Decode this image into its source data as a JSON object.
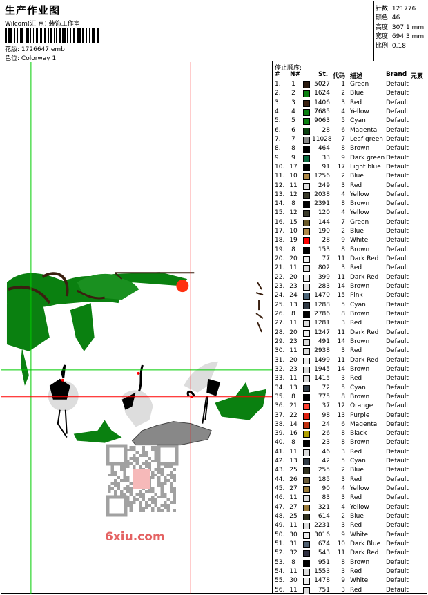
{
  "header": {
    "title": "生产作业图",
    "studio": "Wilcom(汇 京) 装饰工作室",
    "file_label": "花版:",
    "file_value": "1726647.emb",
    "colorway_label": "色位:",
    "colorway_value": "Colorway 1"
  },
  "info": {
    "stitches_label": "针数:",
    "stitches": "121776",
    "colors_label": "颜色:",
    "colors": "46",
    "height_label": "高度:",
    "height": "307.1 mm",
    "width_label": "宽度:",
    "width": "694.3 mm",
    "scale_label": "比例:",
    "scale": "0.18"
  },
  "table": {
    "stop_label": "停止顺序:",
    "headers": {
      "idx": "#",
      "n": "N#",
      "st": "St.",
      "code": "代码",
      "desc": "描述",
      "brand": "Brand",
      "element": "元素"
    },
    "rows": [
      [
        "1.",
        "1",
        "#2a1a0e",
        "5027",
        "1",
        "Green",
        "Default"
      ],
      [
        "2.",
        "2",
        "#0a8010",
        "1624",
        "2",
        "Blue",
        "Default"
      ],
      [
        "3.",
        "3",
        "#3a2010",
        "1406",
        "3",
        "Red",
        "Default"
      ],
      [
        "4.",
        "4",
        "#0a8010",
        "7685",
        "4",
        "Yellow",
        "Default"
      ],
      [
        "5.",
        "5",
        "#0a8010",
        "9063",
        "5",
        "Cyan",
        "Default"
      ],
      [
        "6.",
        "6",
        "#0a4010",
        "28",
        "6",
        "Magenta",
        "Default"
      ],
      [
        "7.",
        "7",
        "#888888",
        "11028",
        "7",
        "Leaf green",
        "Default"
      ],
      [
        "8.",
        "8",
        "#000000",
        "464",
        "8",
        "Brown",
        "Default"
      ],
      [
        "9.",
        "9",
        "#0a6a40",
        "33",
        "9",
        "Dark green",
        "Default"
      ],
      [
        "10.",
        "17",
        "#000000",
        "91",
        "17",
        "Light blue",
        "Default"
      ],
      [
        "11.",
        "10",
        "#b08a48",
        "1256",
        "2",
        "Blue",
        "Default"
      ],
      [
        "12.",
        "11",
        "#e0e0e0",
        "249",
        "3",
        "Red",
        "Default"
      ],
      [
        "13.",
        "12",
        "#3a3a2a",
        "2038",
        "4",
        "Yellow",
        "Default"
      ],
      [
        "14.",
        "8",
        "#000000",
        "2391",
        "8",
        "Brown",
        "Default"
      ],
      [
        "15.",
        "12",
        "#3a3a2a",
        "120",
        "4",
        "Yellow",
        "Default"
      ],
      [
        "16.",
        "15",
        "#6a5a28",
        "144",
        "7",
        "Green",
        "Default"
      ],
      [
        "17.",
        "10",
        "#b08a48",
        "190",
        "2",
        "Blue",
        "Default"
      ],
      [
        "18.",
        "19",
        "#ff0000",
        "28",
        "9",
        "White",
        "Default"
      ],
      [
        "19.",
        "8",
        "#000000",
        "153",
        "8",
        "Brown",
        "Default"
      ],
      [
        "20.",
        "20",
        "#eeeeee",
        "77",
        "11",
        "Dark Red",
        "Default"
      ],
      [
        "21.",
        "11",
        "#dddddd",
        "802",
        "3",
        "Red",
        "Default"
      ],
      [
        "22.",
        "20",
        "#eeeeee",
        "399",
        "11",
        "Dark Red",
        "Default"
      ],
      [
        "23.",
        "23",
        "#dddddd",
        "283",
        "14",
        "Brown",
        "Default"
      ],
      [
        "24.",
        "24",
        "#4a6478",
        "1470",
        "15",
        "Pink",
        "Default"
      ],
      [
        "25.",
        "13",
        "#303a44",
        "1288",
        "5",
        "Cyan",
        "Default"
      ],
      [
        "26.",
        "8",
        "#000000",
        "2786",
        "8",
        "Brown",
        "Default"
      ],
      [
        "27.",
        "11",
        "#dddddd",
        "1281",
        "3",
        "Red",
        "Default"
      ],
      [
        "28.",
        "20",
        "#eeeeee",
        "1247",
        "11",
        "Dark Red",
        "Default"
      ],
      [
        "29.",
        "23",
        "#dddddd",
        "491",
        "14",
        "Brown",
        "Default"
      ],
      [
        "30.",
        "11",
        "#dddddd",
        "2938",
        "3",
        "Red",
        "Default"
      ],
      [
        "31.",
        "20",
        "#eeeeee",
        "1499",
        "11",
        "Dark Red",
        "Default"
      ],
      [
        "32.",
        "23",
        "#dddddd",
        "1945",
        "14",
        "Brown",
        "Default"
      ],
      [
        "33.",
        "11",
        "#dddddd",
        "1415",
        "3",
        "Red",
        "Default"
      ],
      [
        "34.",
        "13",
        "#303a44",
        "72",
        "5",
        "Cyan",
        "Default"
      ],
      [
        "35.",
        "8",
        "#000000",
        "775",
        "8",
        "Brown",
        "Default"
      ],
      [
        "36.",
        "21",
        "#ff4030",
        "37",
        "12",
        "Orange",
        "Default"
      ],
      [
        "37.",
        "22",
        "#e02010",
        "98",
        "13",
        "Purple",
        "Default"
      ],
      [
        "38.",
        "14",
        "#c03010",
        "24",
        "6",
        "Magenta",
        "Default"
      ],
      [
        "39.",
        "16",
        "#b0a000",
        "26",
        "8",
        "Black",
        "Default"
      ],
      [
        "40.",
        "8",
        "#000000",
        "23",
        "8",
        "Brown",
        "Default"
      ],
      [
        "41.",
        "11",
        "#dddddd",
        "46",
        "3",
        "Red",
        "Default"
      ],
      [
        "42.",
        "13",
        "#303a44",
        "42",
        "5",
        "Cyan",
        "Default"
      ],
      [
        "43.",
        "25",
        "#30301e",
        "255",
        "2",
        "Blue",
        "Default"
      ],
      [
        "44.",
        "26",
        "#6a5a38",
        "185",
        "3",
        "Red",
        "Default"
      ],
      [
        "45.",
        "27",
        "#9a7a38",
        "90",
        "4",
        "Yellow",
        "Default"
      ],
      [
        "46.",
        "11",
        "#dddddd",
        "83",
        "3",
        "Red",
        "Default"
      ],
      [
        "47.",
        "27",
        "#9a7a38",
        "321",
        "4",
        "Yellow",
        "Default"
      ],
      [
        "48.",
        "25",
        "#30301e",
        "614",
        "2",
        "Blue",
        "Default"
      ],
      [
        "49.",
        "11",
        "#dddddd",
        "2231",
        "3",
        "Red",
        "Default"
      ],
      [
        "50.",
        "30",
        "#eeeeee",
        "3016",
        "9",
        "White",
        "Default"
      ],
      [
        "51.",
        "31",
        "#506070",
        "674",
        "10",
        "Dark Blue",
        "Default"
      ],
      [
        "52.",
        "32",
        "#303040",
        "543",
        "11",
        "Dark Red",
        "Default"
      ],
      [
        "53.",
        "8",
        "#000000",
        "951",
        "8",
        "Brown",
        "Default"
      ],
      [
        "54.",
        "11",
        "#dddddd",
        "1553",
        "3",
        "Red",
        "Default"
      ],
      [
        "55.",
        "30",
        "#eeeeee",
        "1478",
        "9",
        "White",
        "Default"
      ],
      [
        "56.",
        "11",
        "#dddddd",
        "751",
        "3",
        "Red",
        "Default"
      ]
    ]
  },
  "watermark": {
    "text": "6xiu.com"
  },
  "colors": {
    "guide_green": "#00cc00",
    "guide_red": "#ff0000",
    "pine": "#0a8010",
    "branch": "#3a2010",
    "crane_white": "#dddddd",
    "rock": "#888888",
    "sun": "#ff3010"
  }
}
